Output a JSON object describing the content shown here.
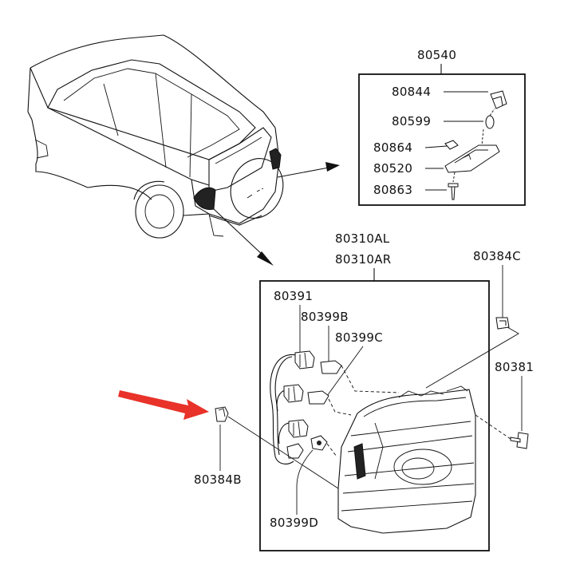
{
  "diagram": {
    "callouts": {
      "lamp_bracket_group": "80540",
      "cap": "80844",
      "spring": "80599",
      "bracket": "80864",
      "holder": "80520",
      "screw": "80863",
      "tail_lamp_left": "80310AL",
      "tail_lamp_right": "80310AR",
      "socket_wire": "80391",
      "bulb_b": "80399B",
      "bulb_c": "80399C",
      "bulb_d": "80399D",
      "clip_c": "80384C",
      "clip_b": "80384B",
      "screw_lamp": "80381"
    },
    "colors": {
      "line": "#111111",
      "highlight_arrow": "#e8322a",
      "background": "#ffffff"
    }
  }
}
